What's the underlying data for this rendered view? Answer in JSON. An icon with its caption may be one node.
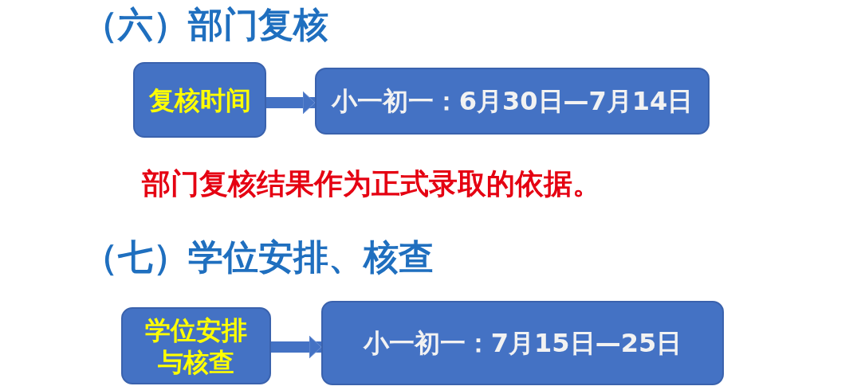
{
  "diagram": {
    "nodes": [
      {
        "text": [
          "复核时间"
        ]
      },
      {
        "text": [
          "小一初一：6月30日—7月14日"
        ]
      },
      {
        "text": [
          "学位安排与核查"
        ]
      },
      {
        "text": [
          "小一初一：7月15日—25日"
        ]
      }
    ],
    "edges": [
      {
        "from": 0,
        "to": 1,
        "arrow": "to"
      },
      {
        "from": 2,
        "to": 3,
        "arrow": "to"
      }
    ],
    "labels": [
      "（六）部门复核",
      "部门复核结果作为正式录取的依据。",
      "（七）学位安排、核查"
    ]
  }
}
